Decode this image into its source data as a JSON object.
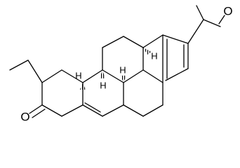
{
  "molecule": {
    "atom_labels": {
      "ketone_oxygen": "O",
      "acetyl_oxygen": "O"
    },
    "stereo_hydrogens": {
      "h_c9": "H",
      "h_c10": "H",
      "h_c8": "H",
      "h_c14": "H"
    }
  }
}
